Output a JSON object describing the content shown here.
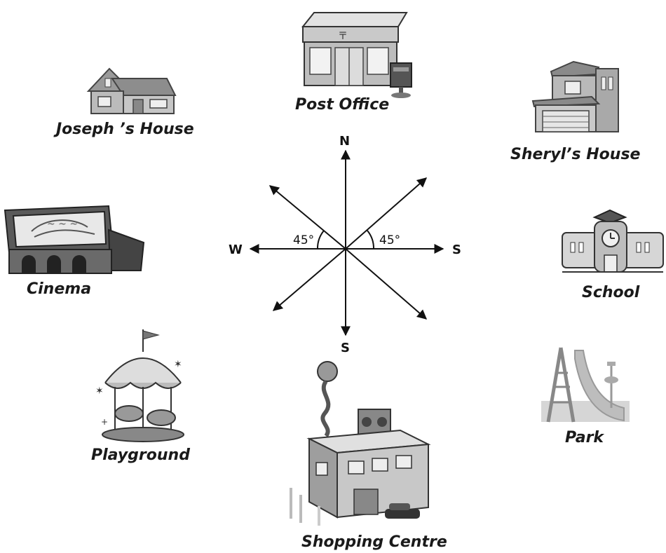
{
  "places": {
    "post_office": "Post Office",
    "josephs_house": "Joseph ’s House",
    "sheryls_house": "Sheryl’s House",
    "cinema": "Cinema",
    "school": "School",
    "playground": "Playground",
    "park": "Park",
    "shopping_centre": "Shopping Centre"
  },
  "compass": {
    "north": "N",
    "west": "W",
    "east": "S",
    "south": "S",
    "angle_left": "45°",
    "angle_right": "45°"
  }
}
